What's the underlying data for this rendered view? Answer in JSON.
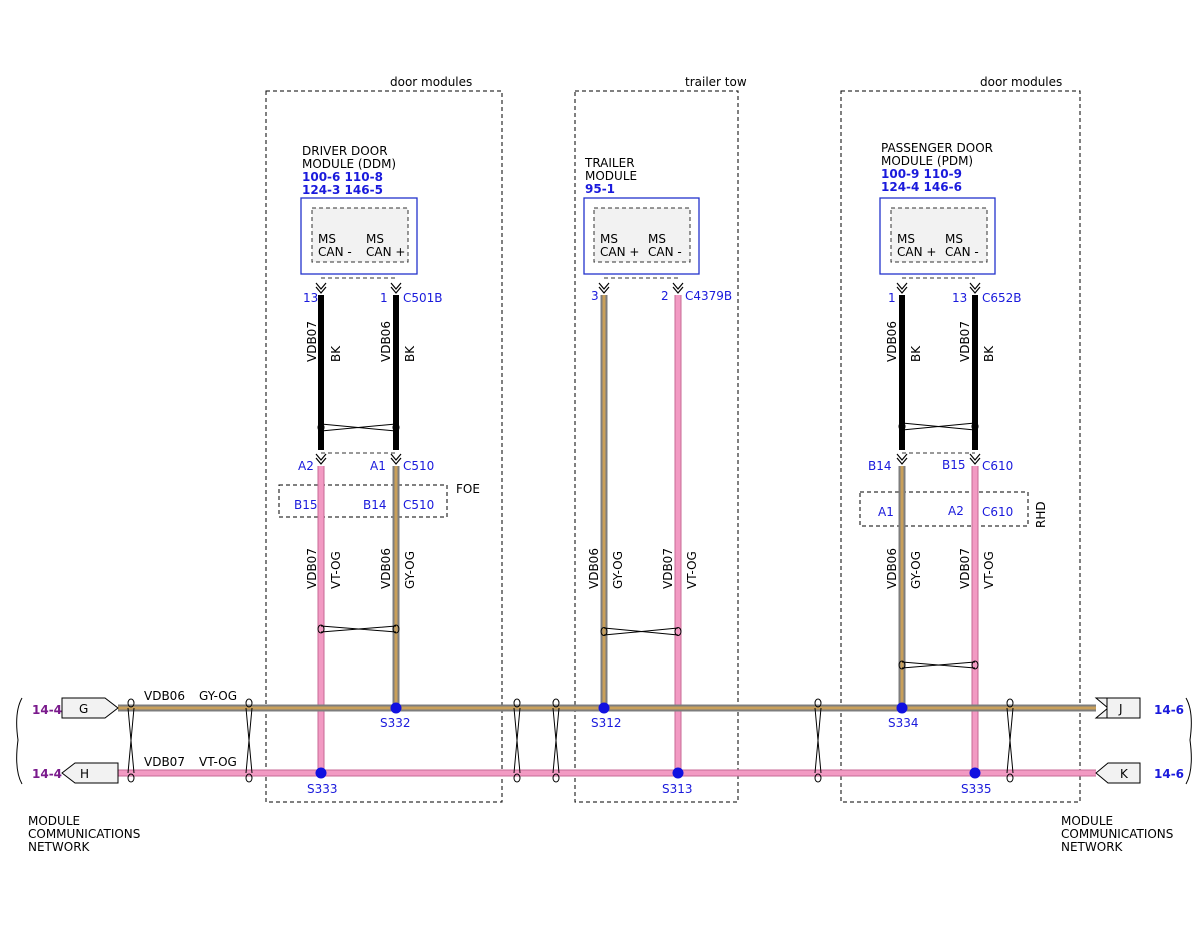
{
  "enclosures": [
    {
      "label": "door modules"
    },
    {
      "label": "trailer tow"
    },
    {
      "label": "door modules"
    }
  ],
  "modules": [
    {
      "name_line1": "DRIVER DOOR",
      "name_line2": "MODULE (DDM)",
      "ref1": "100-6 110-8",
      "ref2": "124-3 146-5",
      "pins": [
        {
          "ms": "MS",
          "can": "CAN -"
        },
        {
          "ms": "MS",
          "can": "CAN +"
        }
      ],
      "connector": "C501B"
    },
    {
      "name_line1": "TRAILER",
      "name_line2": "MODULE",
      "ref1": "95-1",
      "ref2": "",
      "pins": [
        {
          "ms": "MS",
          "can": "CAN +"
        },
        {
          "ms": "MS",
          "can": "CAN -"
        }
      ],
      "connector": "C4379B"
    },
    {
      "name_line1": "PASSENGER DOOR",
      "name_line2": "MODULE (PDM)",
      "ref1": "100-9 110-9",
      "ref2": "124-4 146-6",
      "pins": [
        {
          "ms": "MS",
          "can": "CAN +"
        },
        {
          "ms": "MS",
          "can": "CAN -"
        }
      ],
      "connector": "C652B"
    }
  ],
  "wires": {
    "ddm_left": {
      "pin": "13",
      "circuit": "VDB07",
      "color": "BK"
    },
    "ddm_right": {
      "pin": "1",
      "circuit": "VDB06",
      "color": "BK"
    },
    "trl_left": {
      "pin": "3",
      "circuit": "VDB06",
      "color": "GY-OG"
    },
    "trl_right": {
      "pin": "2",
      "circuit": "VDB07",
      "color": "VT-OG"
    },
    "pdm_left": {
      "pin": "1",
      "circuit": "VDB06",
      "color": "BK"
    },
    "pdm_right": {
      "pin": "13",
      "circuit": "VDB07",
      "color": "BK"
    },
    "ddm_low_left": {
      "circuit": "VDB07",
      "color": "VT-OG"
    },
    "ddm_low_right": {
      "circuit": "VDB06",
      "color": "GY-OG"
    },
    "pdm_low_left": {
      "circuit": "VDB06",
      "color": "GY-OG"
    },
    "pdm_low_right": {
      "circuit": "VDB07",
      "color": "VT-OG"
    }
  },
  "inline_connectors": {
    "ddm": {
      "pin_left": "A2",
      "pin_right": "A1",
      "name": "C510",
      "alt_left": "B15",
      "alt_right": "B14",
      "alt_name": "C510",
      "alt_tag": "FOE"
    },
    "pdm": {
      "pin_left": "B14",
      "pin_right": "B15",
      "name": "C610",
      "alt_left": "A1",
      "alt_right": "A2",
      "alt_name": "C610",
      "alt_tag": "RHD"
    }
  },
  "bus": {
    "top": {
      "circuit": "VDB06",
      "color": "GY-OG",
      "left_tag": "G",
      "right_tag": "J",
      "left_ref": "14-4",
      "right_ref": "14-6"
    },
    "bottom": {
      "circuit": "VDB07",
      "color": "VT-OG",
      "left_tag": "H",
      "right_tag": "K",
      "left_ref": "14-4",
      "right_ref": "14-6"
    }
  },
  "splices": [
    "S332",
    "S312",
    "S334",
    "S333",
    "S313",
    "S335"
  ],
  "network_label": {
    "line1": "MODULE",
    "line2": "COMMUNICATIONS",
    "line3": "NETWORK"
  },
  "colors": {
    "bk": "#000000",
    "gy_og_core": "#c9a05a",
    "gy_og_edge": "#7d7d7d",
    "vt_og": "#f29ac3",
    "vt_og_edge": "#c76a96",
    "splice": "#1010e0",
    "module_border": "#2233cc",
    "ref_blue": "#1a1adc",
    "ref_purple": "#7a1a8c"
  }
}
